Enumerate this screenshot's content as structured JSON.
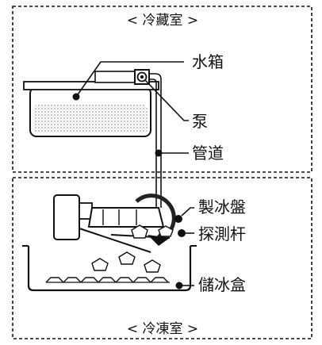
{
  "compartments": {
    "fridge_label": "< 冷藏室 >",
    "freezer_label": "< 冷凍室 >"
  },
  "labels": {
    "water_tank": "水箱",
    "pump": "泵",
    "pipe": "管道",
    "ice_tray": "製冰盤",
    "probe_rod": "探測杆",
    "ice_storage_box": "儲冰盒"
  },
  "colors": {
    "line": "#111111",
    "background": "#ffffff",
    "water_shade": "#bdbdbd",
    "tank_fill": "#d9d9d9"
  }
}
